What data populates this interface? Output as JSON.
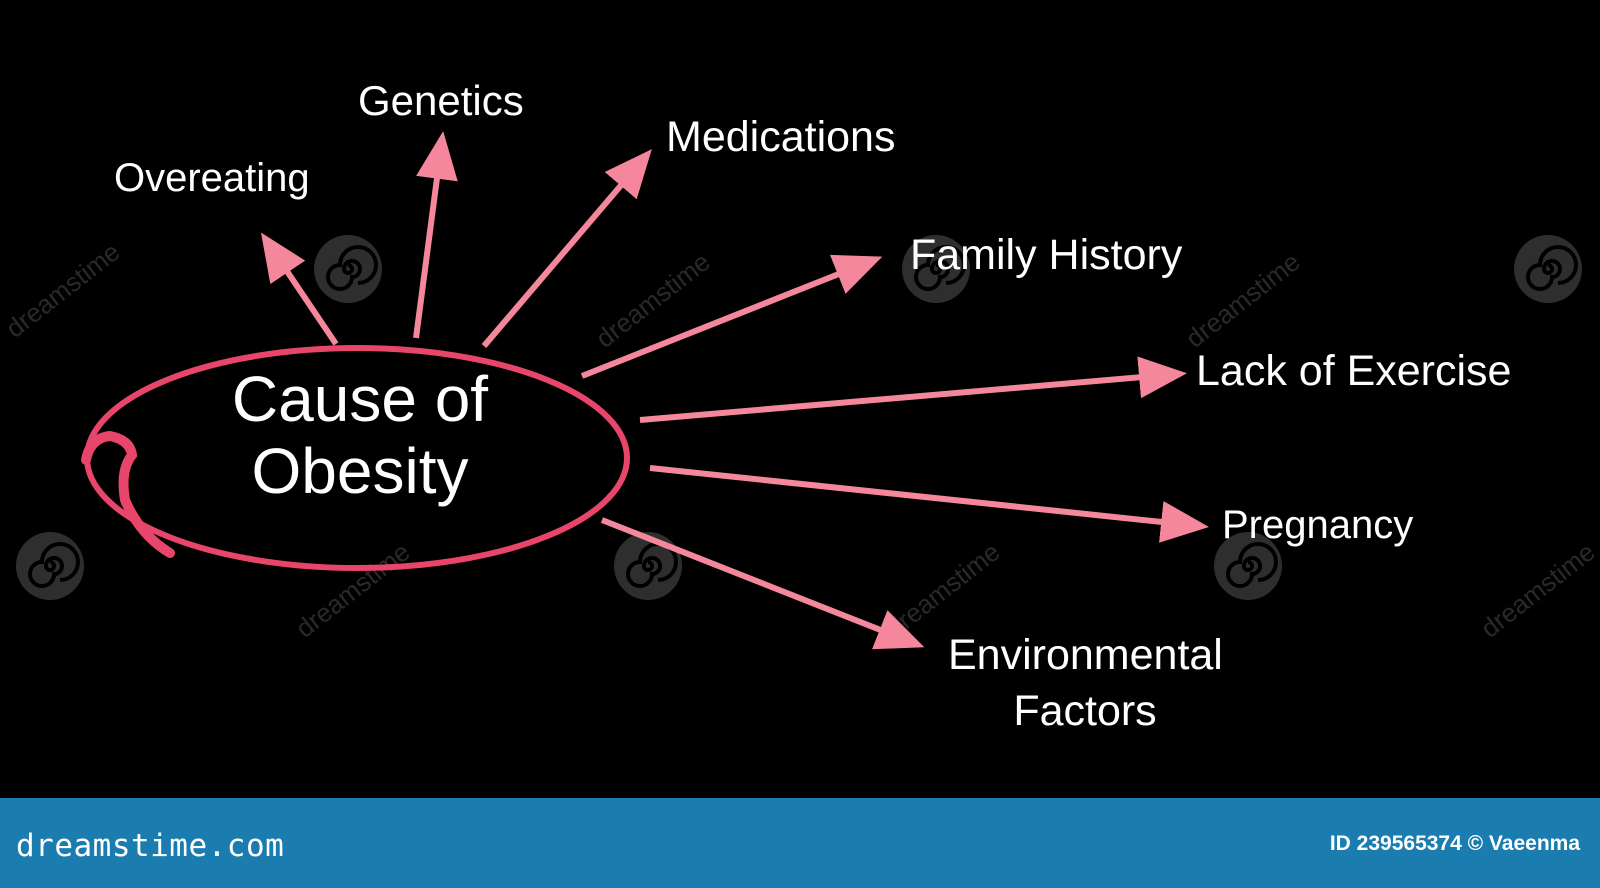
{
  "diagram": {
    "center": {
      "line1": "Cause of",
      "line2": "Obesity"
    },
    "causes": [
      {
        "id": "overeating",
        "label": "Overeating"
      },
      {
        "id": "genetics",
        "label": "Genetics"
      },
      {
        "id": "medications",
        "label": "Medications"
      },
      {
        "id": "family-history",
        "label": "Family History"
      },
      {
        "id": "lack-of-exercise",
        "label": "Lack of Exercise"
      },
      {
        "id": "pregnancy",
        "label": "Pregnancy"
      },
      {
        "id": "environmental-factors",
        "label": "Environmental",
        "label2": "Factors"
      }
    ],
    "colors": {
      "ellipse": "#e8456b",
      "arrow": "#f4879b",
      "background": "#000000",
      "text": "#ffffff"
    }
  },
  "watermark": {
    "text": "dreamstime",
    "site": "dreamstime.com",
    "credit": "ID 239565374 © Vaeenma",
    "footer_color": "#1b7cb0"
  }
}
